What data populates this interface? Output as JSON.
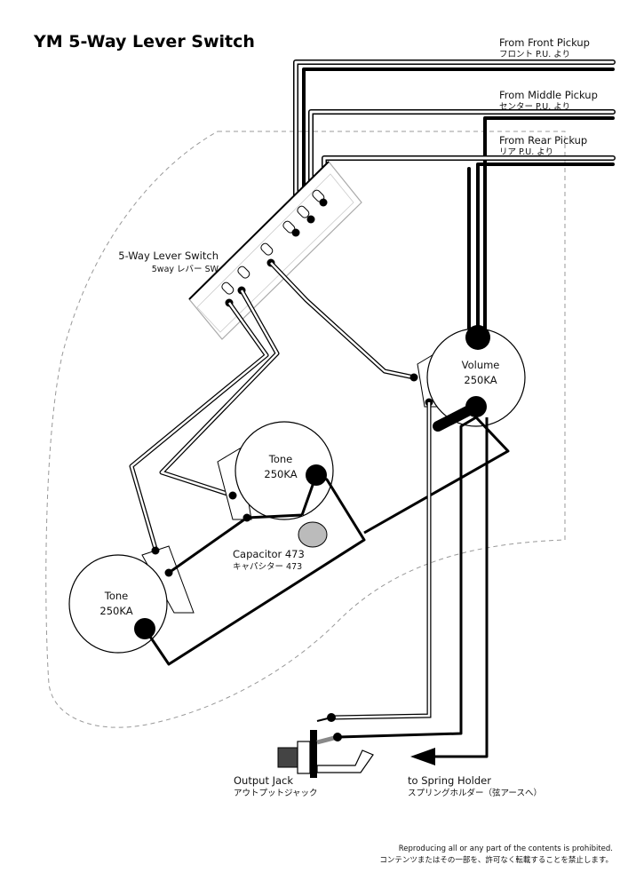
{
  "title": "YM  5-Way Lever Switch",
  "pickups": {
    "front": {
      "label": "From Front Pickup",
      "sub": "フロント P.U. より"
    },
    "middle": {
      "label": "From Middle Pickup",
      "sub": "センター P.U. より"
    },
    "rear": {
      "label": "From Rear Pickup",
      "sub": "リア P.U. より"
    }
  },
  "switch": {
    "label": "5-Way Lever Switch",
    "sub": "5way レバー SW"
  },
  "volume": {
    "label": "Volume",
    "value": "250KA"
  },
  "tone_upper": {
    "label": "Tone",
    "value": "250KA"
  },
  "tone_lower": {
    "label": "Tone",
    "value": "250KA"
  },
  "capacitor": {
    "label": "Capacitor 473",
    "sub": "キャパシター 473"
  },
  "output_jack": {
    "label": "Output Jack",
    "sub": "アウトプットジャック"
  },
  "spring_holder": {
    "label": "to Spring Holder",
    "sub": "スプリングホルダー（弦アースへ）"
  },
  "footer": {
    "line1": "Reproducing all or any part of the contents is prohibited.",
    "line2": "コンテンツまたはその一部を、許可なく転載することを禁止します。"
  }
}
